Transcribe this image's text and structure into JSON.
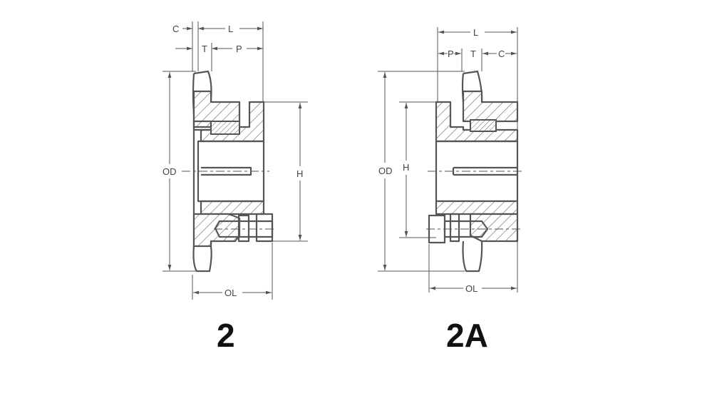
{
  "figures": [
    {
      "caption": "2",
      "labels": {
        "c": "C",
        "l": "L",
        "t": "T",
        "p": "P",
        "od": "OD",
        "h": "H",
        "ol": "OL"
      }
    },
    {
      "caption": "2A",
      "labels": {
        "c": "C",
        "l": "L",
        "t": "T",
        "p": "P",
        "od": "OD",
        "h": "H",
        "ol": "OL"
      }
    }
  ],
  "colors": {
    "line": "#555555",
    "caption": "#111111"
  }
}
